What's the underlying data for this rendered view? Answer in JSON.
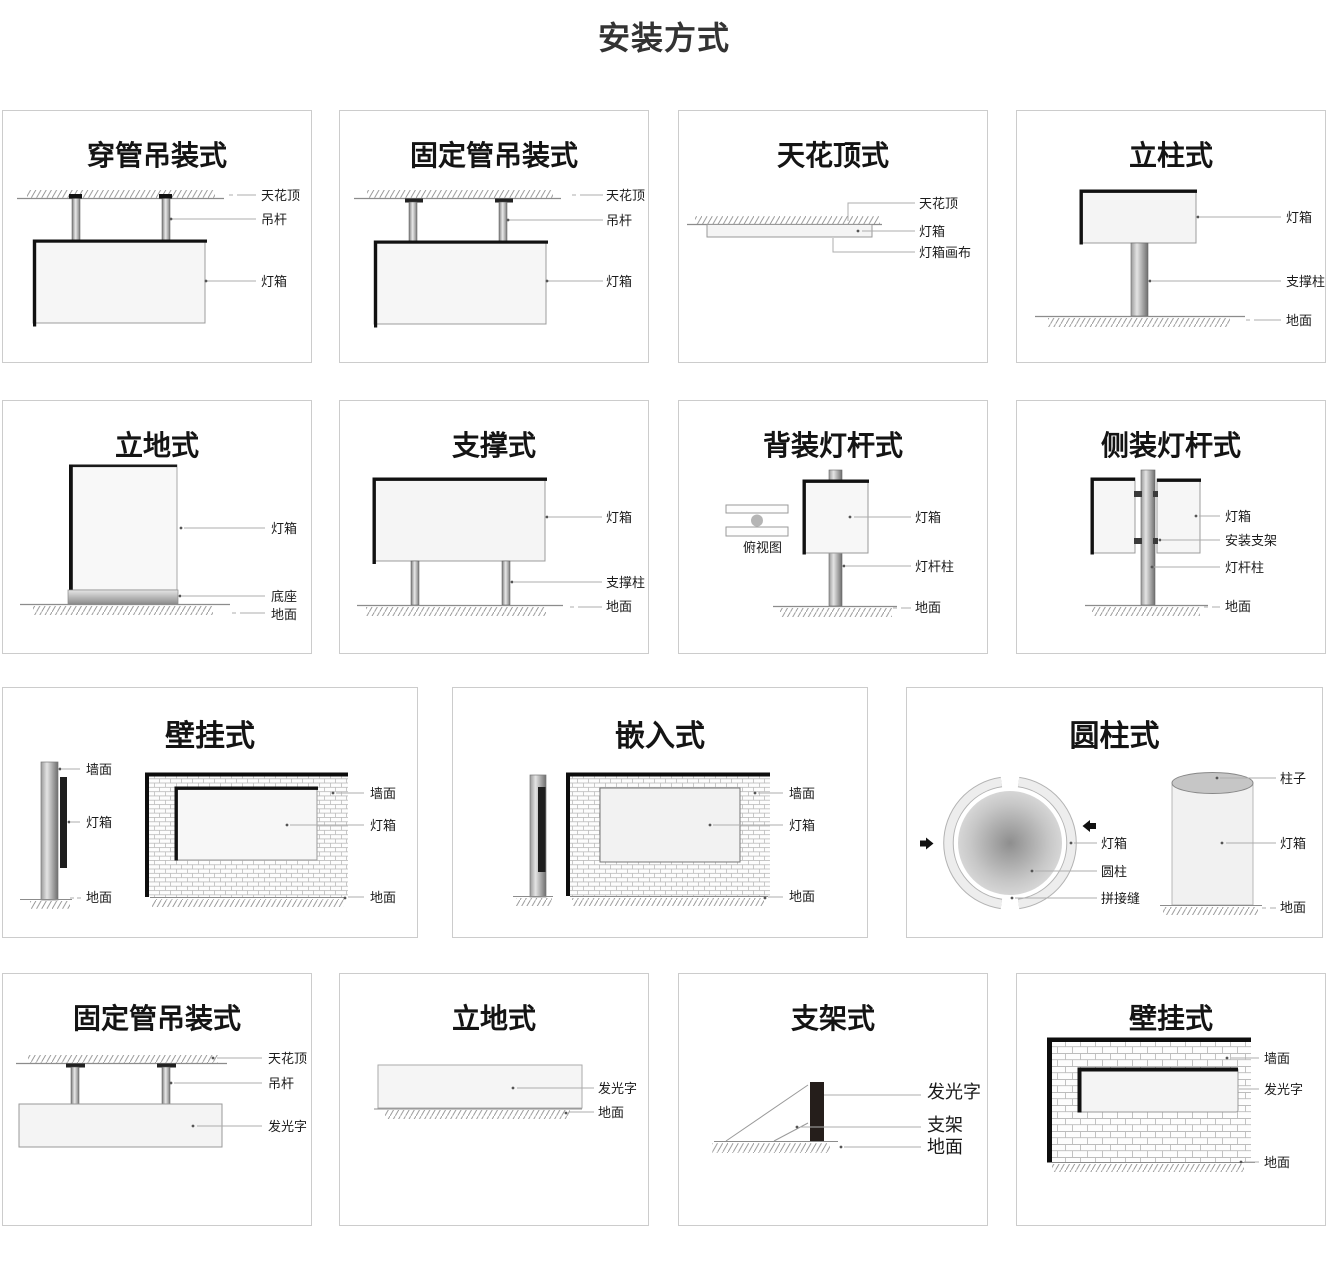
{
  "page": {
    "title": "安装方式"
  },
  "panels": [
    {
      "title": "穿管吊装式",
      "labels": {
        "ceiling": "天花顶",
        "rod": "吊杆",
        "box": "灯箱"
      }
    },
    {
      "title": "固定管吊装式",
      "labels": {
        "ceiling": "天花顶",
        "rod": "吊杆",
        "box": "灯箱"
      }
    },
    {
      "title": "天花顶式",
      "labels": {
        "ceiling": "天花顶",
        "box": "灯箱",
        "canvas": "灯箱画布"
      }
    },
    {
      "title": "立柱式",
      "labels": {
        "box": "灯箱",
        "column": "支撑柱",
        "ground": "地面"
      }
    },
    {
      "title": "立地式",
      "labels": {
        "box": "灯箱",
        "base": "底座",
        "ground": "地面"
      }
    },
    {
      "title": "支撑式",
      "labels": {
        "box": "灯箱",
        "column": "支撑柱",
        "ground": "地面"
      }
    },
    {
      "title": "背装灯杆式",
      "caption": "俯视图",
      "labels": {
        "box": "灯箱",
        "pole": "灯杆柱",
        "ground": "地面"
      }
    },
    {
      "title": "侧装灯杆式",
      "labels": {
        "box": "灯箱",
        "bracket": "安装支架",
        "pole": "灯杆柱",
        "ground": "地面"
      }
    },
    {
      "title": "壁挂式",
      "labels": {
        "wall_side": "墙面",
        "box_side": "灯箱",
        "ground_side": "地面",
        "wall": "墙面",
        "box": "灯箱",
        "ground": "地面"
      }
    },
    {
      "title": "嵌入式",
      "labels": {
        "wall": "墙面",
        "box": "灯箱",
        "ground": "地面"
      }
    },
    {
      "title": "圆柱式",
      "labels": {
        "box_top": "灯箱",
        "cylinder": "圆柱",
        "seam": "拼接缝",
        "pillar": "柱子",
        "box": "灯箱",
        "ground": "地面"
      }
    },
    {
      "title": "固定管吊装式",
      "labels": {
        "ceiling": "天花顶",
        "rod": "吊杆",
        "sign": "发光字"
      }
    },
    {
      "title": "立地式",
      "labels": {
        "sign": "发光字",
        "ground": "地面"
      }
    },
    {
      "title": "支架式",
      "labels": {
        "sign": "发光字",
        "bracket": "支架",
        "ground": "地面"
      }
    },
    {
      "title": "壁挂式",
      "labels": {
        "wall": "墙面",
        "sign": "发光字",
        "ground": "地面"
      }
    }
  ]
}
